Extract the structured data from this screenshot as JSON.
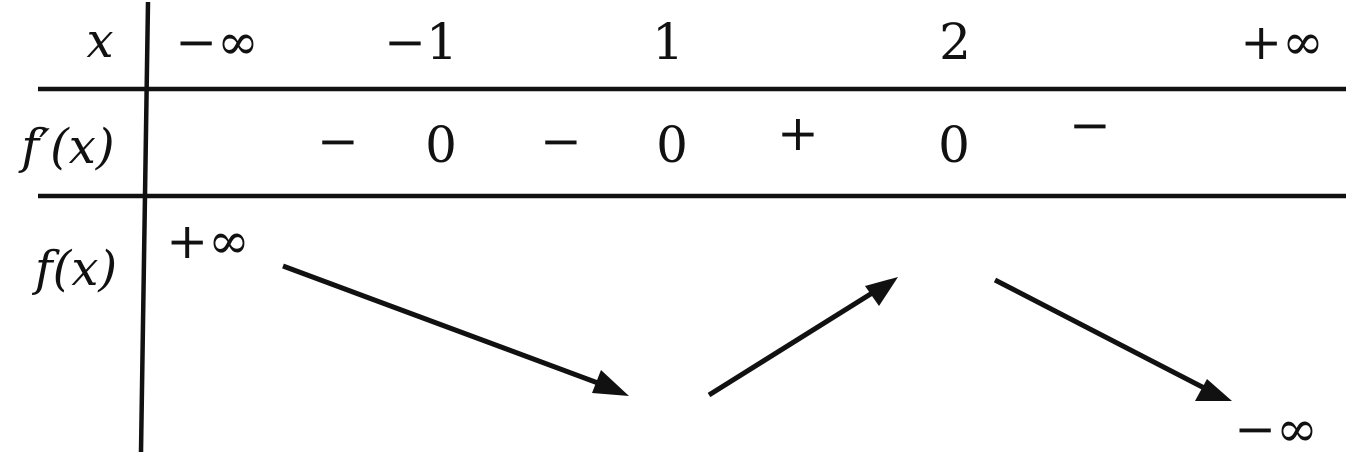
{
  "table": {
    "row_labels": {
      "x": "x",
      "derivative": "f′(x)",
      "function": "f(x)"
    },
    "x_values": [
      "−∞",
      "−1",
      "1",
      "2",
      "+∞"
    ],
    "derivative_signs": [
      "−",
      "0",
      "−",
      "0",
      "+",
      "0",
      "−"
    ],
    "function_values": {
      "start": "+∞",
      "end": "−∞"
    },
    "variation_arrows": [
      "decreasing",
      "increasing",
      "decreasing"
    ]
  }
}
